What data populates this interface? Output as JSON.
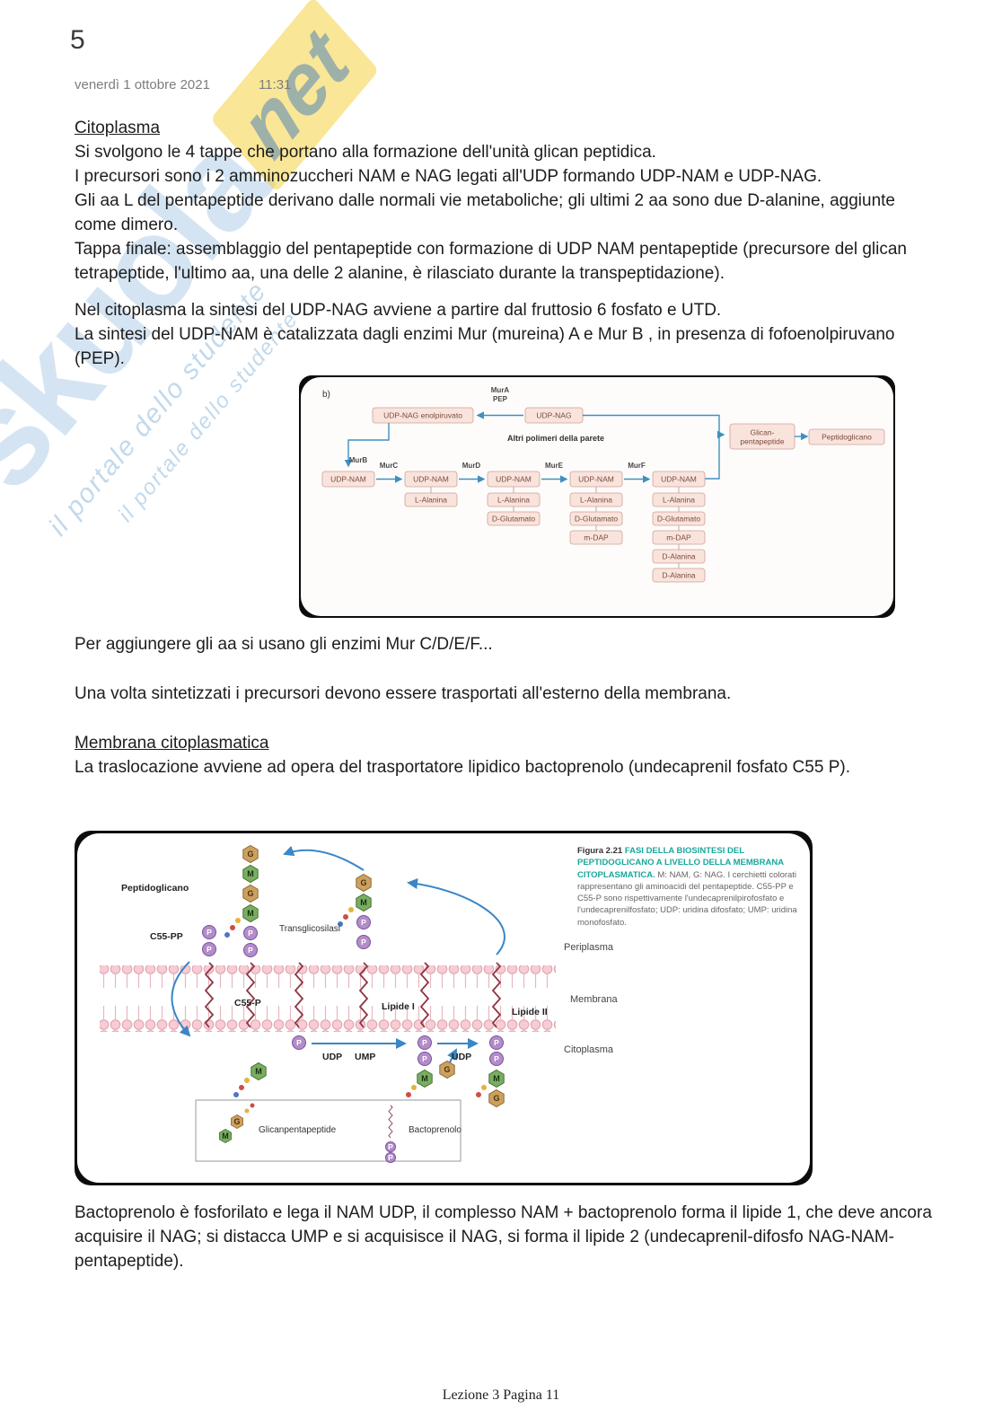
{
  "page": {
    "number": "5",
    "date": "venerdì 1 ottobre 2021",
    "time": "11:31",
    "footer": "Lezione 3 Pagina 11"
  },
  "watermark": {
    "logo": "skuola",
    "logo_suffix": "net",
    "slogan": "il portale dello studente"
  },
  "sections": {
    "citoplasma": {
      "heading": "Citoplasma",
      "para1": [
        "Si svolgono le 4 tappe che portano alla formazione dell'unità glican peptidica.",
        "I precursori sono i 2 amminozuccheri NAM e NAG legati all'UDP formando UDP-NAM e UDP-NAG.",
        "Gli aa L del pentapeptide derivano dalle normali vie metaboliche; gli ultimi 2 aa sono due D-alanine, aggiunte come dimero.",
        "Tappa finale: assemblaggio del pentapeptide con formazione di UDP NAM pentapeptide (precursore del glican tetrapeptide, l'ultimo aa, una delle 2 alanine, è rilasciato durante la transpeptidazione)."
      ],
      "para2": [
        "Nel citoplasma la sintesi del UDP-NAG avviene a partire dal fruttosio 6 fosfato e UTD.",
        "La sintesi del UDP-NAM è catalizzata dagli enzimi Mur (mureina) A e Mur B , in presenza di fofoenolpiruvano (PEP)."
      ],
      "para3": "Per aggiungere gli aa si usano gli enzimi Mur C/D/E/F...",
      "para4": "Una volta sintetizzati i precursori devono essere trasportati all'esterno della membrana."
    },
    "membrana": {
      "heading": "Membrana citoplasmatica",
      "para1": "La traslocazione avviene ad opera del trasportatore lipidico bactoprenolo (undecaprenil fosfato C55 P).",
      "para2": "Bactoprenolo è fosforilato e lega il NAM UDP, il complesso NAM + bactoprenolo forma il lipide 1, che deve ancora acquisire il NAG; si distacca UMP e si acquisisce il NAG, si forma il lipide 2 (undecaprenil-difosfo NAG-NAM-pentapeptide)."
    }
  },
  "figure1": {
    "panel_label": "b)",
    "labels": {
      "mura": "MurA",
      "pep": "PEP",
      "murb": "MurB",
      "murc": "MurC",
      "murd": "MurD",
      "mure": "MurE",
      "murf": "MurF",
      "altri": "Altri polimeri della parete"
    },
    "boxes": {
      "udp_nag_enol": "UDP-NAG enolpiruvato",
      "udp_nag": "UDP-NAG",
      "udp_nam": "UDP-NAM",
      "l_ala": "L-Alanina",
      "d_glu": "D-Glutamato",
      "m_dap": "m-DAP",
      "d_ala": "D-Alanina",
      "glican1": "Glican-",
      "glican2": "pentapeptide",
      "peptidoglicano": "Peptidoglicano"
    }
  },
  "figure2": {
    "letters": {
      "g": "G",
      "m": "M",
      "p": "P"
    },
    "labels": {
      "peptidoglicano": "Peptidoglicano",
      "transglicosilasi": "Transglicosilasi",
      "c55pp": "C55-PP",
      "c55p": "C55-P",
      "lipide1": "Lipide I",
      "lipide2": "Lipide II",
      "udp": "UDP",
      "ump": "UMP",
      "periplasma": "Periplasma",
      "membrana": "Membrana",
      "citoplasma": "Citoplasma",
      "glicanpentapeptide": "Glicanpentapeptide",
      "bactoprenolo": "Bactoprenolo"
    },
    "caption": {
      "fig": "Figura 2.21",
      "title": "FASI DELLA BIOSINTESI DEL PEPTIDOGLICANO A LIVELLO DELLA MEMBRANA CITOPLASMATICA.",
      "body": "M: NAM, G: NAG. I cerchietti colorati rappresentano gli aminoacidi del pentapeptide. C55-PP e C55-P sono rispettivamente l'undecaprenilpirofosfato e l'undecaprenilfosfato; UDP: uridina difosfato; UMP: uridina monofosfato."
    }
  }
}
